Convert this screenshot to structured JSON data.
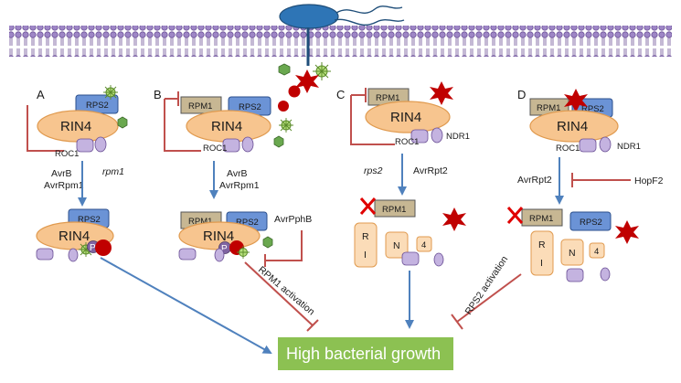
{
  "panels": [
    "A",
    "B",
    "C",
    "D"
  ],
  "proteins": {
    "rin4": "RIN4",
    "rps2": "RPS2",
    "rpm1": "RPM1",
    "roc1": "ROC1",
    "ndr1": "NDR1",
    "phospho": "P",
    "ri": [
      "R",
      "I"
    ],
    "n": "N",
    "four": "4"
  },
  "effectors": {
    "avrb": "AvrB",
    "avrrpm1": "AvrRpm1",
    "avrpphb": "AvrPphB",
    "avrrpt2": "AvrRpt2",
    "hopf2": "HopF2"
  },
  "genotypes": {
    "rpm1": "rpm1",
    "rps2": "rps2"
  },
  "activation": {
    "rpm1": "RPM1 activation",
    "rps2": "RPS2 activation"
  },
  "outcome": "High bacterial growth",
  "colors": {
    "membrane": "#7b5ea7",
    "membrane_fill": "#e3dbf0",
    "rin4_fill": "#f7c58f",
    "rin4_stroke": "#e09a4f",
    "rps2_fill": "#6b93d6",
    "rpm1_fill": "#c7b793",
    "roc1_fill": "#c4b3e0",
    "inhibit": "#c0504d",
    "arrow": "#4f81bd",
    "effector_green": "#6aa84f",
    "effector_red": "#c00000",
    "growth_box": "#8cc152",
    "bacterium": "#2e75b6"
  }
}
